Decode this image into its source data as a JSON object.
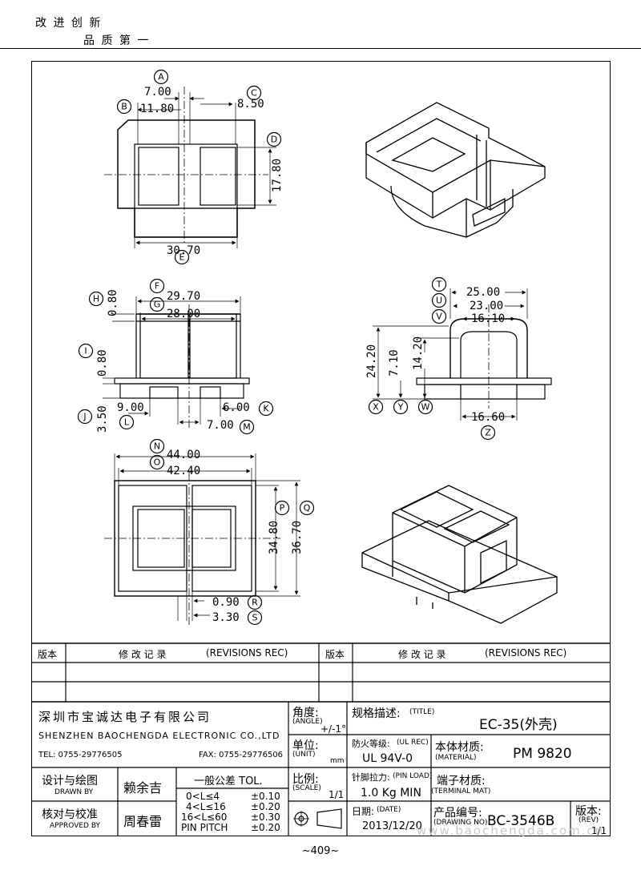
{
  "header": {
    "line1": "改 进 创 新",
    "line2": "品 质 第 一"
  },
  "views": {
    "top": {
      "dims": {
        "a": "7.00",
        "b": "11.80",
        "c": "8.50",
        "d": "17.80",
        "e": "30.70"
      },
      "labels": {
        "a": "A",
        "b": "B",
        "c": "C",
        "d": "D",
        "e": "E"
      }
    },
    "front": {
      "dims": {
        "f": "29.70",
        "g": "28.00",
        "h": "0.80",
        "i": "0.80",
        "j": "3.50",
        "k": "6.00",
        "l": "9.00",
        "m": "7.00"
      },
      "labels": {
        "f": "F",
        "g": "G",
        "h": "H",
        "i": "I",
        "j": "J",
        "k": "K",
        "l": "L",
        "m": "M"
      }
    },
    "side": {
      "dims": {
        "t": "25.00",
        "u": "23.00",
        "v": "16.10",
        "x": "24.20",
        "y": "7.10",
        "w": "14.20",
        "z": "16.60"
      },
      "labels": {
        "t": "T",
        "u": "U",
        "v": "V",
        "x": "X",
        "y": "Y",
        "w": "W",
        "z": "Z"
      }
    },
    "bottom": {
      "dims": {
        "n": "44.00",
        "o": "42.40",
        "p": "34.80",
        "q": "36.70",
        "r": "0.90",
        "s": "3.30"
      },
      "labels": {
        "n": "N",
        "o": "O",
        "p": "P",
        "q": "Q",
        "r": "R",
        "s": "S"
      }
    }
  },
  "revisions": {
    "col_version": "版本",
    "col_record_cn": "修 改 记 录",
    "col_record_en": "(REVISIONS REC)"
  },
  "titleblock": {
    "company_cn": "深圳市宝诚达电子有限公司",
    "company_en": "SHENZHEN BAOCHENGDA ELECTRONIC CO.,LTD",
    "tel": "TEL: 0755-29776505",
    "fax": "FAX: 0755-29776506",
    "design_cn": "设计与绘图",
    "design_en": "DRAWN BY",
    "designer": "赖余吉",
    "approve_cn": "核对与校准",
    "approve_en": "APPROVED BY",
    "approver": "周春雷",
    "tol_title": "一般公差 TOL.",
    "tol_rows": [
      {
        "range": "0<L≤4",
        "value": "±0.10"
      },
      {
        "range": "4<L≤16",
        "value": "±0.20"
      },
      {
        "range": "16<L≤60",
        "value": "±0.30"
      },
      {
        "range": "PIN PITCH",
        "value": "±0.20"
      }
    ],
    "angle_cn": "角度:",
    "angle_en": "(ANGLE)",
    "angle_value": "+/-1°",
    "unit_cn": "单位:",
    "unit_en": "(UNIT)",
    "unit_value": "mm",
    "scale_cn": "比例:",
    "scale_en": "(SCALE)",
    "scale_value": "1/1",
    "title_cn": "规格描述:",
    "title_en": "(TITLE)",
    "title_value": "EC-35(外壳)",
    "fire_cn": "防火等级:",
    "fire_en": "(UL REC)",
    "fire_value": "UL 94V-0",
    "material_cn": "本体材质:",
    "material_en": "(MATERIAL)",
    "material_value": "PM 9820",
    "pinload_cn": "针脚拉力:",
    "pinload_en": "(PIN LOAD)",
    "pinload_value": "1.0 Kg MIN",
    "terminal_cn": "端子材质:",
    "terminal_en": "(TERMINAL MAT)",
    "date_cn": "日期:",
    "date_en": "(DATE)",
    "date_value": "2013/12/20",
    "drawing_cn": "产品编号:",
    "drawing_en": "(DRAWING NO)",
    "drawing_value": "BC-3546B",
    "rev_cn": "版本:",
    "rev_en": "(REV)",
    "rev_value": "1/1"
  },
  "footer": {
    "page": "~409~"
  },
  "watermark": "www.baochengda.com.cn"
}
